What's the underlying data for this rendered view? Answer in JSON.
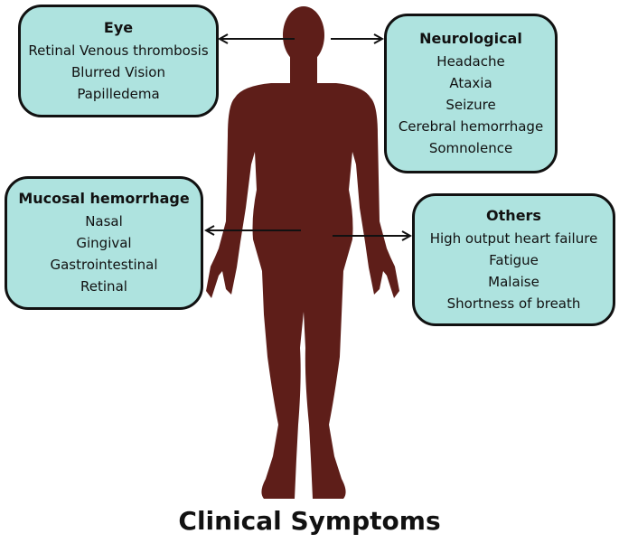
{
  "colors": {
    "body": "#5e1e19",
    "box_fill": "#aee3df",
    "outline": "#111111"
  },
  "eye": {
    "title": "Eye",
    "items": [
      "Retinal Venous thrombosis",
      "Blurred Vision",
      "Papilledema"
    ]
  },
  "neurological": {
    "title": "Neurological",
    "items": [
      "Headache",
      "Ataxia",
      "Seizure",
      "Cerebral hemorrhage",
      "Somnolence"
    ]
  },
  "mucosal": {
    "title": "Mucosal hemorrhage",
    "items": [
      "Nasal",
      "Gingival",
      "Gastrointestinal",
      "Retinal"
    ]
  },
  "others": {
    "title": "Others",
    "items": [
      "High output heart failure",
      "Fatigue",
      "Malaise",
      "Shortness of breath"
    ]
  },
  "caption": "Clinical Symptoms"
}
